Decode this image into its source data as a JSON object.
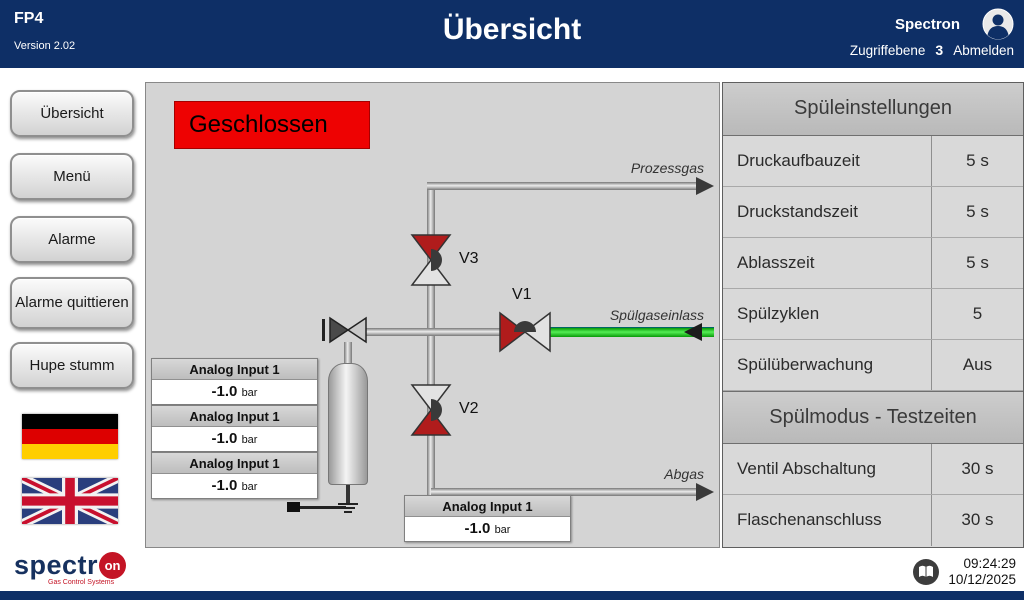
{
  "topbar": {
    "device": "FP4",
    "version": "Version 2.02",
    "title": "Übersicht",
    "brand": "Spectron",
    "access_label": "Zugriffebene",
    "access_level": "3",
    "logout_label": "Abmelden"
  },
  "sidebar": {
    "items": [
      {
        "label": "Übersicht"
      },
      {
        "label": "Menü"
      },
      {
        "label": "Alarme"
      },
      {
        "label": "Alarme quittieren"
      },
      {
        "label": "Hupe stumm"
      }
    ]
  },
  "diagram": {
    "status_label": "Geschlossen",
    "line_labels": {
      "process_gas": "Prozessgas",
      "purge_gas_inlet": "Spülgaseinlass",
      "exhaust": "Abgas"
    },
    "valves": {
      "v1": "V1",
      "v2": "V2",
      "v3": "V3"
    },
    "analog_inputs": [
      {
        "name": "Analog Input 1",
        "value": "-1.0",
        "unit": "bar"
      },
      {
        "name": "Analog Input 1",
        "value": "-1.0",
        "unit": "bar"
      },
      {
        "name": "Analog Input 1",
        "value": "-1.0",
        "unit": "bar"
      },
      {
        "name": "Analog Input 1",
        "value": "-1.0",
        "unit": "bar"
      }
    ]
  },
  "settings": {
    "section1_title": "Spüleinstellungen",
    "section1_rows": [
      {
        "label": "Druckaufbauzeit",
        "value": "5 s"
      },
      {
        "label": "Druckstandszeit",
        "value": "5 s"
      },
      {
        "label": "Ablasszeit",
        "value": "5 s"
      },
      {
        "label": "Spülzyklen",
        "value": "5"
      },
      {
        "label": "Spülüberwachung",
        "value": "Aus"
      }
    ],
    "section2_title": "Spülmodus - Testzeiten",
    "section2_rows": [
      {
        "label": "Ventil Abschaltung",
        "value": "30 s"
      },
      {
        "label": "Flaschenanschluss",
        "value": "30 s"
      }
    ]
  },
  "footer": {
    "logo_main": "spectr",
    "logo_badge": "on",
    "logo_subtitle": "Gas Control Systems",
    "time": "09:24:29",
    "date": "10/12/2025"
  },
  "colors": {
    "header_bg": "#0e2f66",
    "status_closed": "#ee0202",
    "valve_red": "#b01c1c",
    "pipe_green": "#2fd42f",
    "panel_header_bg": "#c2c2c2",
    "panel_row_bg": "#d9d9d9",
    "logo_red": "#c41425",
    "logo_blue": "#16315f"
  },
  "icons": {
    "user": "user-circle-icon",
    "book": "manual-book-icon",
    "flag_de": "german-flag-icon",
    "flag_uk": "uk-flag-icon"
  }
}
